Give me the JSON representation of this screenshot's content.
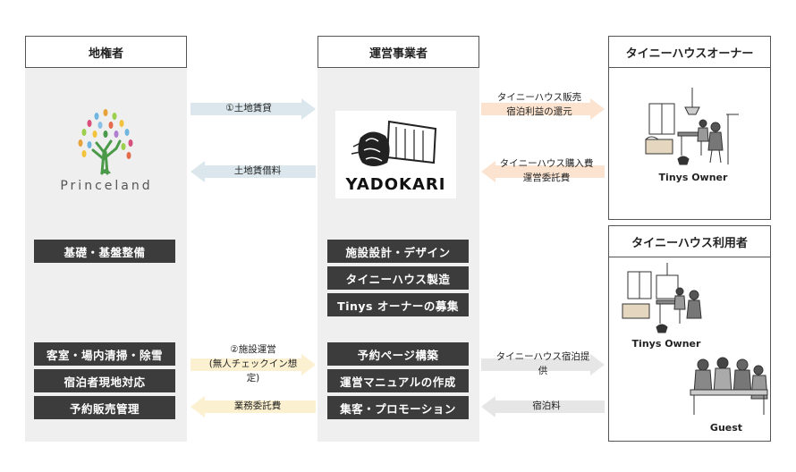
{
  "columns": {
    "landowner": {
      "title": "地権者"
    },
    "operator": {
      "title": "運営事業者"
    },
    "owner": {
      "title": "タイニーハウスオーナー"
    },
    "user": {
      "title": "タイニーハウス利用者"
    }
  },
  "logos": {
    "princeland": "Princeland",
    "yadokari": "YADOKARI"
  },
  "landowner_tasks": {
    "top": [
      "基礎・基盤整備"
    ],
    "bottom": [
      "客室・場内清掃・除雪",
      "宿泊者現地対応",
      "予約販売管理"
    ]
  },
  "operator_tasks": {
    "top": [
      "施設設計・デザイン",
      "タイニーハウス製造",
      "Tinys オーナーの募集"
    ],
    "bottom": [
      "予約ページ構築",
      "運営マニュアルの作成",
      "集客・プロモーション"
    ]
  },
  "arrows": {
    "land_lease": "①土地賃貸",
    "land_fee": "土地賃借料",
    "operation_line1": "②施設運営",
    "operation_line2": "(無人チェックイン想",
    "operation_line3": "定)",
    "commission": "業務委託費",
    "sale_line1": "タイニーハウス販売",
    "sale_line2": "宿泊利益の還元",
    "purchase_line1": "タイニーハウス購入費",
    "purchase_line2": "運営委託費",
    "stay_line1": "タイニーハウス宿泊提",
    "stay_line2": "供",
    "stay_fee": "宿泊料"
  },
  "labels": {
    "tinys_owner_1": "Tinys Owner",
    "tinys_owner_2": "Tinys Owner",
    "guest": "Guest"
  },
  "colors": {
    "arrow_blue": "#dbe7ec",
    "arrow_peach": "#fbe3cf",
    "arrow_yellow": "#fbf0cf",
    "arrow_gray": "#e6e6e6",
    "dark": "#3c3c3c"
  }
}
